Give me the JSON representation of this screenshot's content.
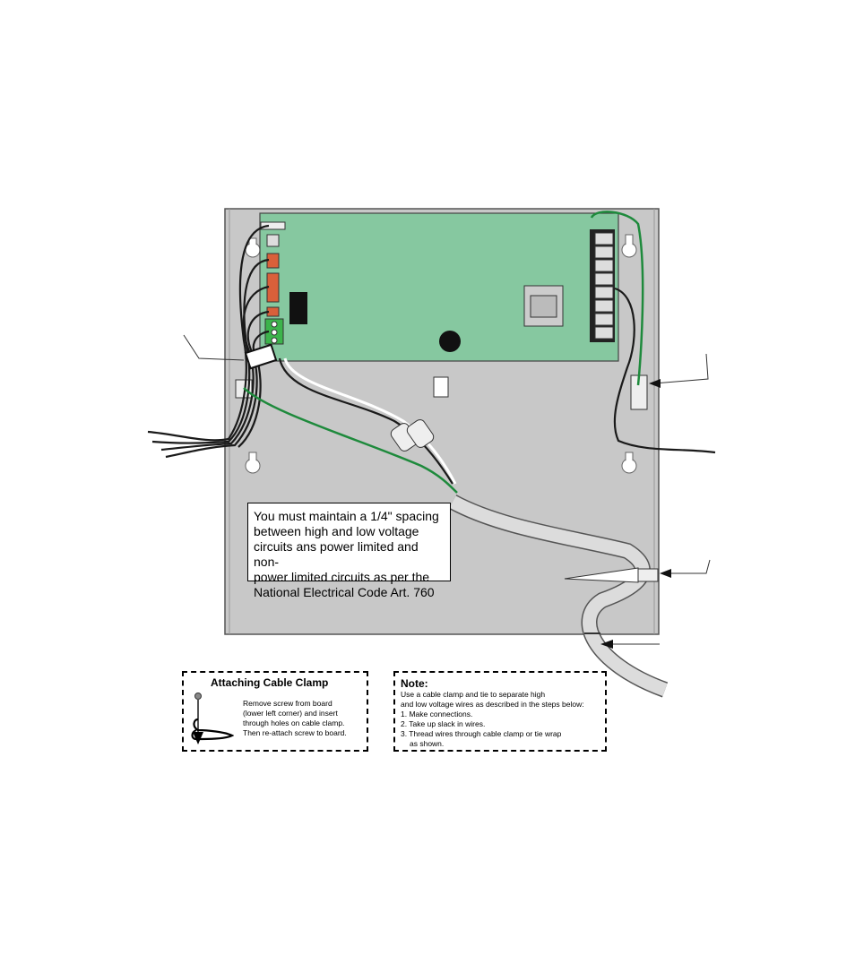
{
  "spacing_note": {
    "lines": [
      "You must maintain a 1/4\" spacing",
      "between high and low voltage",
      "circuits ans power limited and non-",
      "power limited circuits as per the",
      "National Electrical Code Art. 760"
    ]
  },
  "clamp_box": {
    "title": "Attaching Cable Clamp",
    "lines": [
      "Remove screw from board",
      "(lower left corner) and insert",
      "through holes on cable clamp.",
      "Then re-attach screw to board."
    ]
  },
  "note_box": {
    "title": "Note:",
    "lines": [
      "Use a cable clamp and tie to separate high",
      "and low voltage wires as described in the steps below:",
      "1. Make connections.",
      "2. Take up slack in wires.",
      "3. Thread wires through cable clamp or tie wrap",
      "as shown."
    ]
  },
  "colors": {
    "enclosure": "#c8c8c8",
    "board": "#86c8a0",
    "ground_wire": "#1e8a3c",
    "wire": "#1a1a1a",
    "conduit": "#dcdcdc",
    "connector_orange": "#d9603a",
    "terminal_green": "#3cb44b"
  }
}
